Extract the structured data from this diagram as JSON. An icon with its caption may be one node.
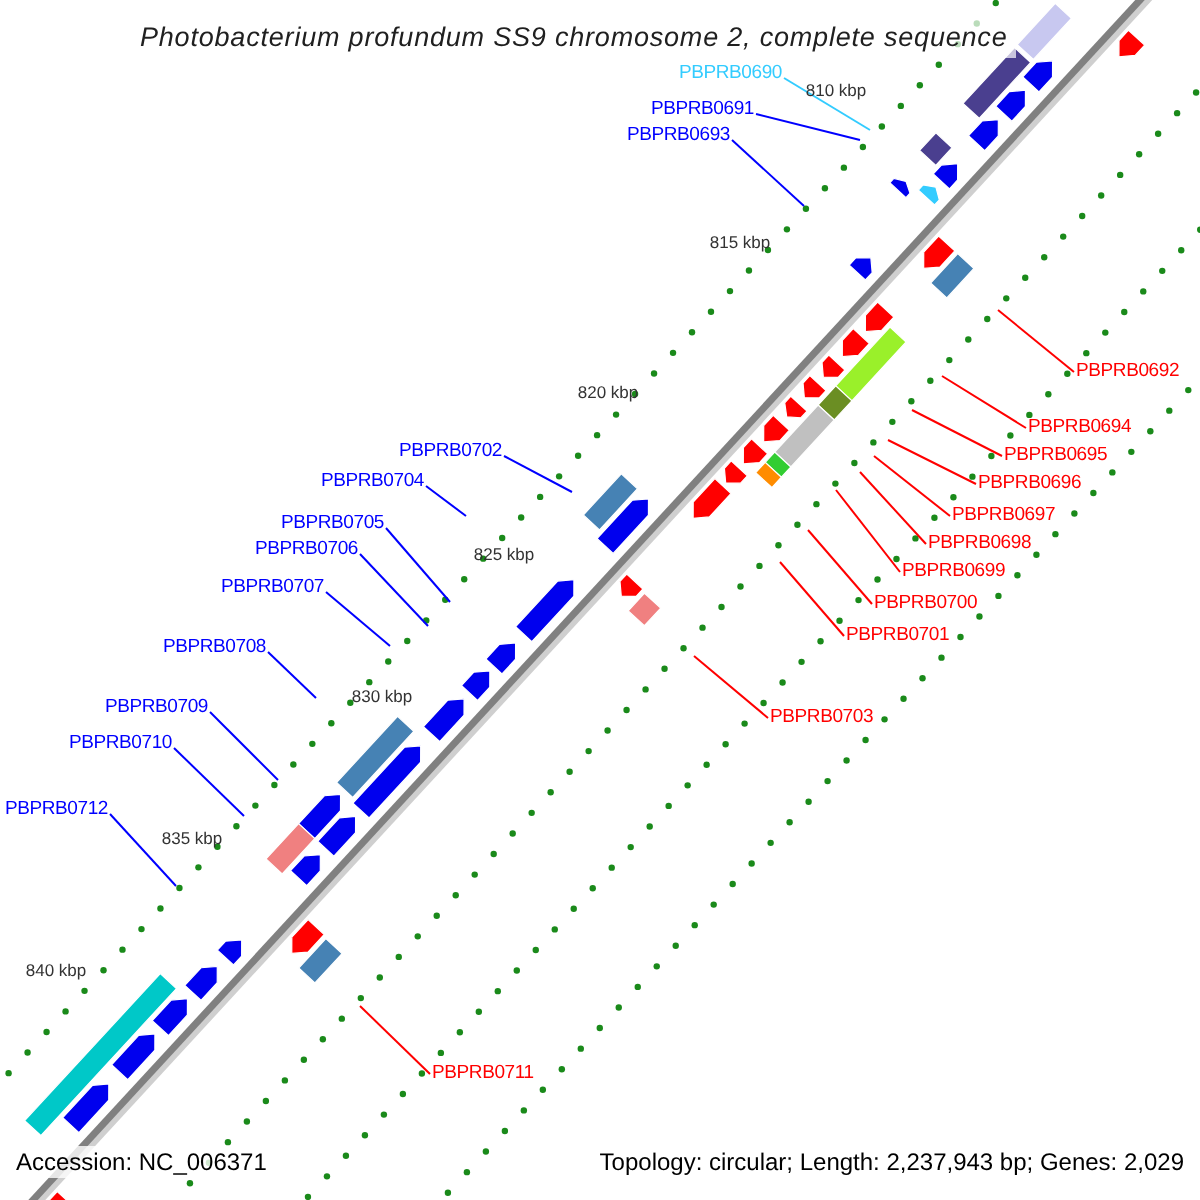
{
  "diagram": {
    "title": "Photobacterium profundum SS9 chromosome 2, complete sequence",
    "nodes": [
      {
        "text": [
          "PBPRB0690"
        ]
      },
      {
        "text": [
          "PBPRB0691"
        ]
      },
      {
        "text": [
          "PBPRB0693"
        ]
      },
      {
        "text": [
          "PBPRB0692"
        ]
      },
      {
        "text": [
          "PBPRB0694"
        ]
      },
      {
        "text": [
          "PBPRB0695"
        ]
      },
      {
        "text": [
          "PBPRB0696"
        ]
      },
      {
        "text": [
          "PBPRB0697"
        ]
      },
      {
        "text": [
          "PBPRB0698"
        ]
      },
      {
        "text": [
          "PBPRB0699"
        ]
      },
      {
        "text": [
          "PBPRB0700"
        ]
      },
      {
        "text": [
          "PBPRB0701"
        ]
      },
      {
        "text": [
          "PBPRB0702"
        ]
      },
      {
        "text": [
          "PBPRB0704"
        ]
      },
      {
        "text": [
          "PBPRB0705"
        ]
      },
      {
        "text": [
          "PBPRB0706"
        ]
      },
      {
        "text": [
          "PBPRB0707"
        ]
      },
      {
        "text": [
          "PBPRB0708"
        ]
      },
      {
        "text": [
          "PBPRB0703"
        ]
      },
      {
        "text": [
          "PBPRB0709"
        ]
      },
      {
        "text": [
          "PBPRB0710"
        ]
      },
      {
        "text": [
          "PBPRB0712"
        ]
      },
      {
        "text": [
          "PBPRB0711"
        ]
      }
    ],
    "edges": [
      {
        "from": 0,
        "to": null,
        "arrow": "none",
        "color": "#33ccff"
      },
      {
        "from": 1,
        "to": null,
        "arrow": "none"
      },
      {
        "from": 2,
        "to": null,
        "arrow": "none"
      },
      {
        "from": 3,
        "to": null,
        "arrow": "none",
        "color": "#ff0000"
      },
      {
        "from": 4,
        "to": null,
        "arrow": "none",
        "color": "#ff0000"
      },
      {
        "from": 5,
        "to": null,
        "arrow": "none",
        "color": "#ff0000"
      },
      {
        "from": 6,
        "to": null,
        "arrow": "none",
        "color": "#ff0000"
      },
      {
        "from": 7,
        "to": null,
        "arrow": "none",
        "color": "#ff0000"
      },
      {
        "from": 8,
        "to": null,
        "arrow": "none",
        "color": "#ff0000"
      },
      {
        "from": 9,
        "to": null,
        "arrow": "none",
        "color": "#ff0000"
      },
      {
        "from": 10,
        "to": null,
        "arrow": "none",
        "color": "#ff0000"
      },
      {
        "from": 11,
        "to": null,
        "arrow": "none",
        "color": "#ff0000"
      },
      {
        "from": 12,
        "to": null,
        "arrow": "none"
      },
      {
        "from": 13,
        "to": null,
        "arrow": "none"
      },
      {
        "from": 14,
        "to": null,
        "arrow": "none"
      },
      {
        "from": 15,
        "to": null,
        "arrow": "none"
      },
      {
        "from": 16,
        "to": null,
        "arrow": "none"
      },
      {
        "from": 17,
        "to": null,
        "arrow": "none"
      },
      {
        "from": 18,
        "to": null,
        "arrow": "none",
        "color": "#ff0000"
      },
      {
        "from": 19,
        "to": null,
        "arrow": "none"
      },
      {
        "from": 20,
        "to": null,
        "arrow": "none"
      },
      {
        "from": 21,
        "to": null,
        "arrow": "none"
      },
      {
        "from": 22,
        "to": null,
        "arrow": "none",
        "color": "#ff0000"
      }
    ],
    "labels": [
      "810 kbp",
      "815 kbp",
      "820 kbp",
      "825 kbp",
      "830 kbp",
      "835 kbp",
      "840 kbp",
      "Accession: NC_006371",
      "Topology: circular; Length: 2,237,943 bp; Genes: 2,029"
    ]
  }
}
